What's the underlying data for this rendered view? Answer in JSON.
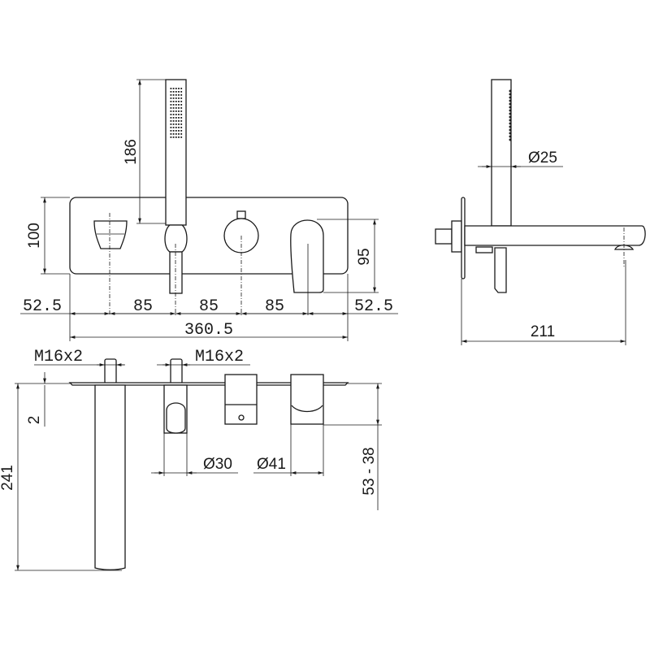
{
  "front_view": {
    "dim_handshower_height": "186",
    "dim_plate_height": "100",
    "dim_lever_height": "95",
    "dim_left_margin": "52.5",
    "dim_spacing_1": "85",
    "dim_spacing_2": "85",
    "dim_spacing_3": "85",
    "dim_right_margin": "52.5",
    "dim_total_width": "360.5"
  },
  "top_view": {
    "thread_left": "M16x2",
    "thread_right": "M16x2",
    "dim_plate_thickness": "2",
    "dim_spout_length": "241",
    "dim_holder_diameter": "Ø30",
    "dim_lever_diameter": "Ø41",
    "dim_projection": "53 - 38"
  },
  "side_view": {
    "dim_handshower_diameter": "Ø25",
    "dim_spout_projection": "211"
  }
}
